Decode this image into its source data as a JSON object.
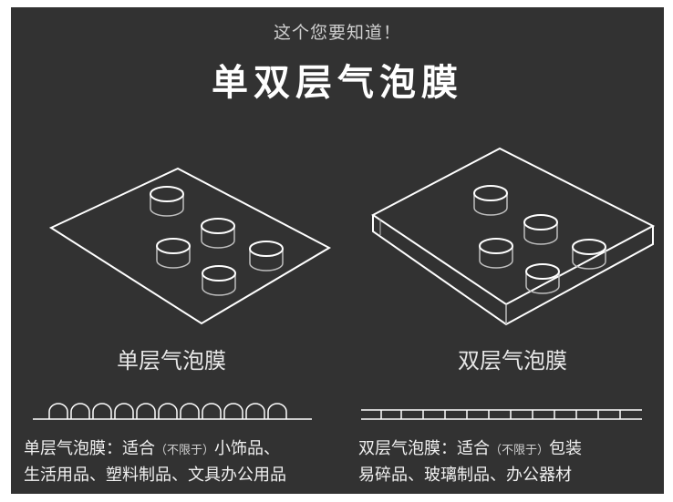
{
  "subtitle": "这个您要知道！",
  "title": "单双层气泡膜",
  "single": {
    "label": "单层气泡膜",
    "desc_head": "单层气泡膜：适合",
    "desc_note": "（不限于）",
    "desc_tail1": "小饰品、",
    "desc_line2": "生活用品、塑料制品、文具办公用品"
  },
  "double": {
    "label": "双层气泡膜",
    "desc_head": "双层气泡膜：适合",
    "desc_note": "（不限于）",
    "desc_tail1": "包装",
    "desc_line2": "易碎品、玻璃制品、办公器材"
  },
  "colors": {
    "background": "#323232",
    "line": "#ffffff",
    "outer": "#ffffff"
  }
}
